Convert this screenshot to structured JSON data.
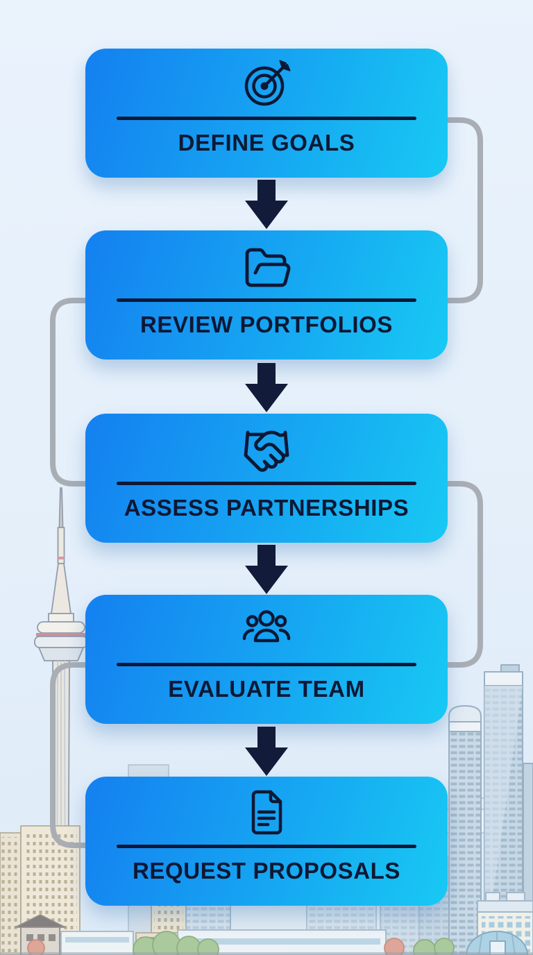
{
  "flowchart": {
    "steps": [
      {
        "label": "DEFINE GOALS",
        "icon": "target-icon"
      },
      {
        "label": "REVIEW PORTFOLIOS",
        "icon": "folder-icon"
      },
      {
        "label": "ASSESS PARTNERSHIPS",
        "icon": "handshake-icon"
      },
      {
        "label": "EVALUATE TEAM",
        "icon": "team-icon"
      },
      {
        "label": "REQUEST PROPOSALS",
        "icon": "document-icon"
      }
    ],
    "colors": {
      "box_gradient_start": "#1480f0",
      "box_gradient_end": "#18c9f3",
      "accent_dark_navy": "#0e1834",
      "arrow_navy": "#131b3a",
      "connector_gray": "#a9aeb5",
      "background_light_blue": "#e7f1fb"
    },
    "background_scene": "Toronto city skyline illustration with CN Tower"
  }
}
